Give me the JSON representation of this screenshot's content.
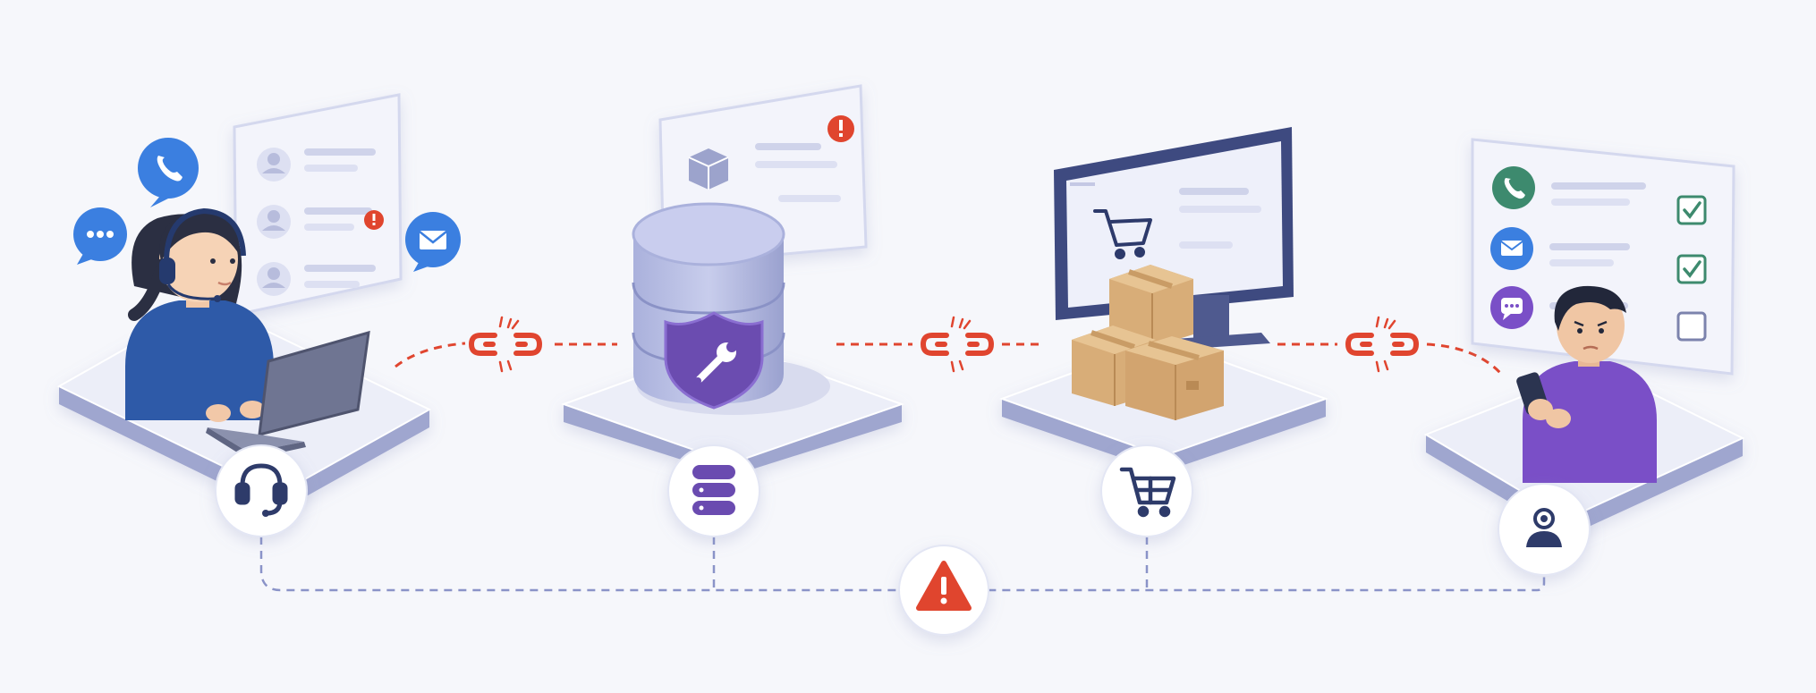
{
  "diagram": {
    "stages": [
      {
        "id": "customer-support",
        "icon": "headset-icon"
      },
      {
        "id": "database",
        "icon": "database-icon"
      },
      {
        "id": "e-commerce",
        "icon": "shopping-cart-icon"
      },
      {
        "id": "customer",
        "icon": "user-icon"
      }
    ],
    "broken_links": [
      {
        "from": "customer-support",
        "to": "database",
        "icon": "broken-chain-icon"
      },
      {
        "from": "database",
        "to": "e-commerce",
        "icon": "broken-chain-icon"
      },
      {
        "from": "e-commerce",
        "to": "customer",
        "icon": "broken-chain-icon"
      }
    ],
    "center_alert": {
      "icon": "warning-triangle-icon"
    },
    "support_channels": [
      "phone-icon",
      "chat-icon",
      "email-icon"
    ],
    "customer_checklist": [
      {
        "channel": "phone-icon",
        "checked": true
      },
      {
        "channel": "email-icon",
        "checked": true
      },
      {
        "channel": "chat-icon",
        "checked": false
      }
    ]
  },
  "colors": {
    "background": "#f6f7fb",
    "platform_top": "#eceef8",
    "platform_side": "#9fa6cf",
    "accent_red": "#e0452f",
    "dash_blue": "#8a93c8",
    "agent_blue": "#2e5aa8",
    "customer_purple": "#7a4fc7",
    "icon_navy": "#2d3a6b",
    "box_tan": "#d8ad78",
    "check_green": "#3d8a6e"
  }
}
